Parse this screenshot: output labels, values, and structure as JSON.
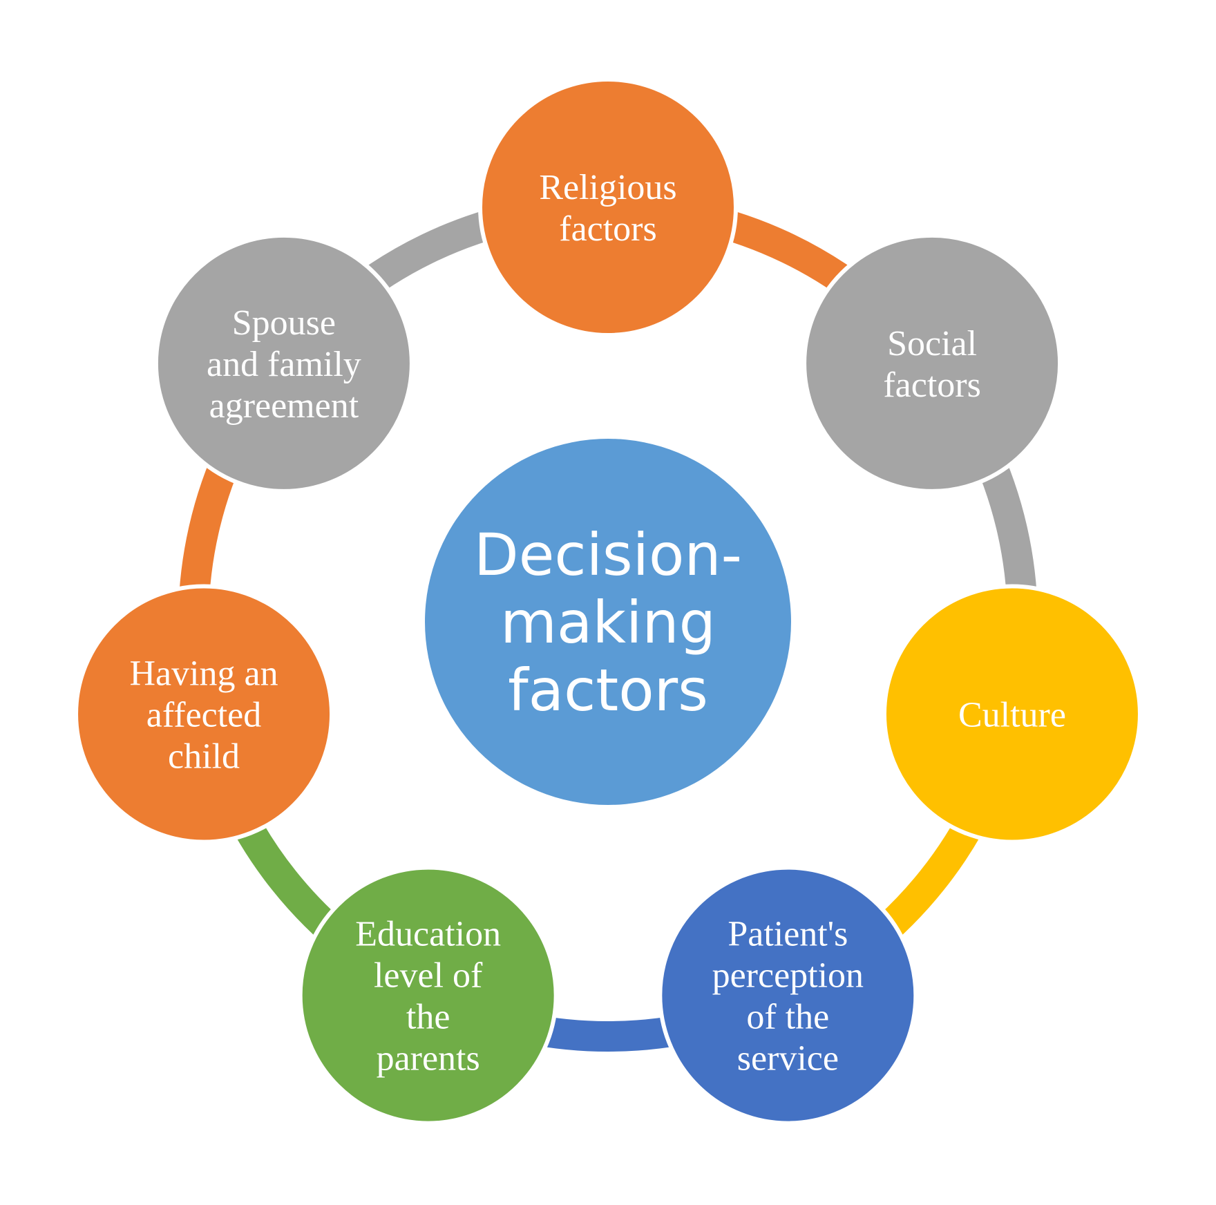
{
  "center": {
    "lines": [
      "Decision-",
      "making",
      "factors"
    ],
    "color": "#5B9BD5"
  },
  "nodes": [
    {
      "id": "religious-factors",
      "lines": [
        "Religious",
        "factors"
      ],
      "color": "#ED7D31"
    },
    {
      "id": "social-factors",
      "lines": [
        "Social",
        "factors"
      ],
      "color": "#A5A5A5"
    },
    {
      "id": "culture",
      "lines": [
        "Culture"
      ],
      "color": "#FFC000"
    },
    {
      "id": "patients-perception",
      "lines": [
        "Patient's",
        "perception",
        "of the",
        "service"
      ],
      "color": "#4472C4"
    },
    {
      "id": "education-level",
      "lines": [
        "Education",
        "level of",
        "the",
        "parents"
      ],
      "color": "#70AD47"
    },
    {
      "id": "having-affected-child",
      "lines": [
        "Having an",
        "affected",
        "child"
      ],
      "color": "#ED7D31"
    },
    {
      "id": "spouse-family-agreement",
      "lines": [
        "Spouse",
        "and family",
        "agreement"
      ],
      "color": "#A5A5A5"
    }
  ]
}
